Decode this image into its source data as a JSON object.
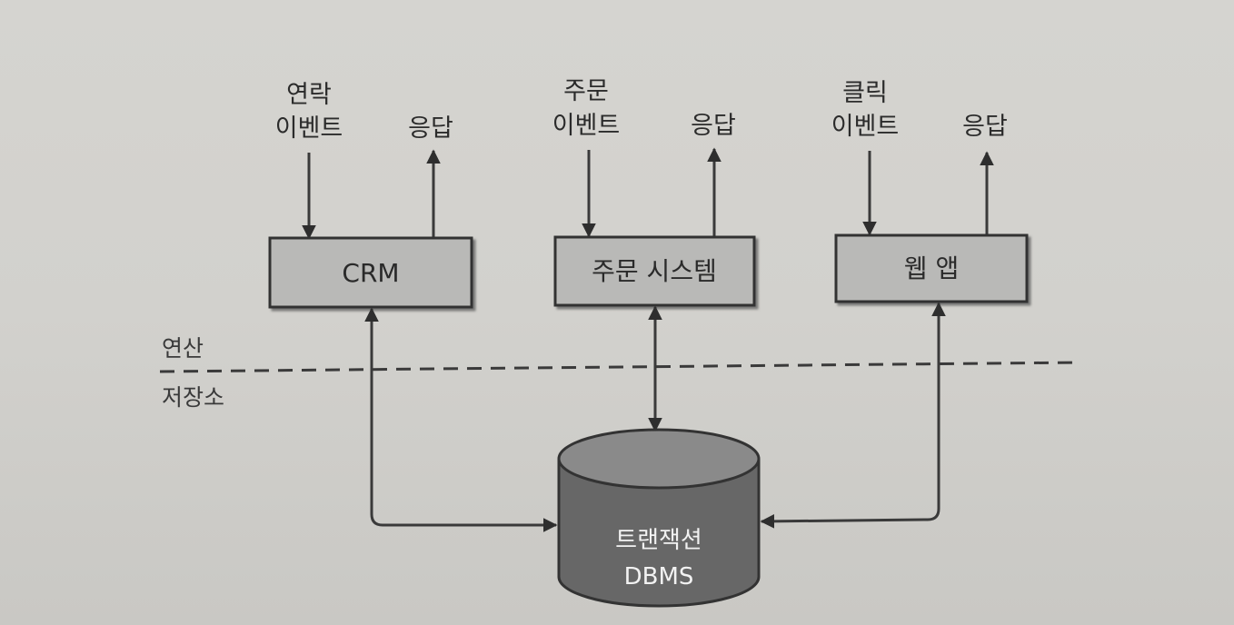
{
  "systems": [
    {
      "name": "CRM",
      "event_line1": "연락",
      "event_line2": "이벤트",
      "response": "응답"
    },
    {
      "name": "주문 시스템",
      "event_line1": "주문",
      "event_line2": "이벤트",
      "response": "응답"
    },
    {
      "name": "웹 앱",
      "event_line1": "클릭",
      "event_line2": "이벤트",
      "response": "응답"
    }
  ],
  "layers": {
    "compute": "연산",
    "storage": "저장소"
  },
  "database": {
    "line1": "트랜잭션",
    "line2": "DBMS"
  },
  "colors": {
    "box_fill": "#b9b9b7",
    "box_border": "#333333",
    "db_body": "#676767",
    "db_top": "#8a8a8a",
    "line": "#3a3a3a"
  }
}
